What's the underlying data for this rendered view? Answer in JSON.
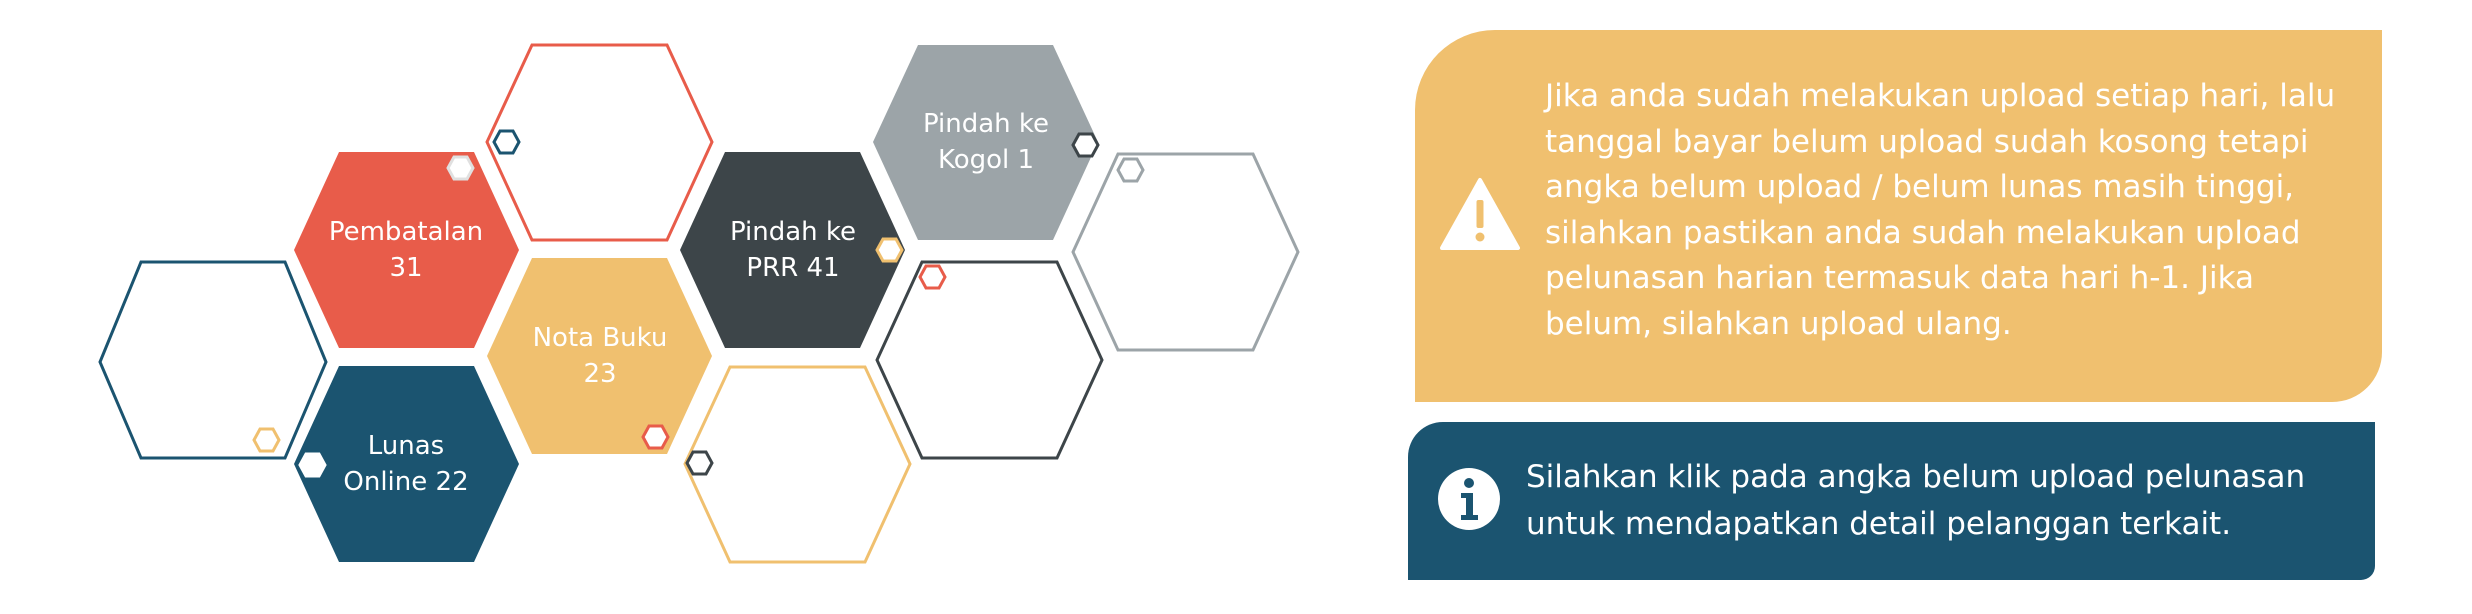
{
  "hexagons": [
    {
      "id": "pembatalan",
      "lines": [
        "Pembatalan",
        "31"
      ],
      "fill": "#e85c4a"
    },
    {
      "id": "nota-buku",
      "lines": [
        "Nota Buku",
        "23"
      ],
      "fill": "#f0c06f"
    },
    {
      "id": "lunas-online",
      "lines": [
        "Lunas",
        "Online 22"
      ],
      "fill": "#1b5470"
    },
    {
      "id": "pindah-prr",
      "lines": [
        "Pindah ke",
        "PRR 41"
      ],
      "fill": "#3d4549"
    },
    {
      "id": "pindah-kogol",
      "lines": [
        "Pindah ke",
        "Kogol 1"
      ],
      "fill": "#9ca4a8"
    }
  ],
  "warning": {
    "icon": "warning-triangle-icon",
    "color": "#f0c06f",
    "text": "Jika anda sudah melakukan upload setiap hari, lalu tanggal bayar belum upload sudah kosong tetapi angka belum upload / belum lunas masih tinggi, silahkan pastikan anda sudah melakukan upload pelunasan harian termasuk  data hari h-1. Jika belum, silahkan upload ulang."
  },
  "info": {
    "icon": "info-icon",
    "color": "#1b5470",
    "text": "Silahkan klik pada angka belum upload pelunasan untuk mendapatkan detail pelanggan terkait."
  },
  "colors": {
    "red": "#e85c4a",
    "yellow": "#f0c06f",
    "navy": "#1b5470",
    "charcoal": "#3d4549",
    "gray": "#9ca4a8"
  }
}
